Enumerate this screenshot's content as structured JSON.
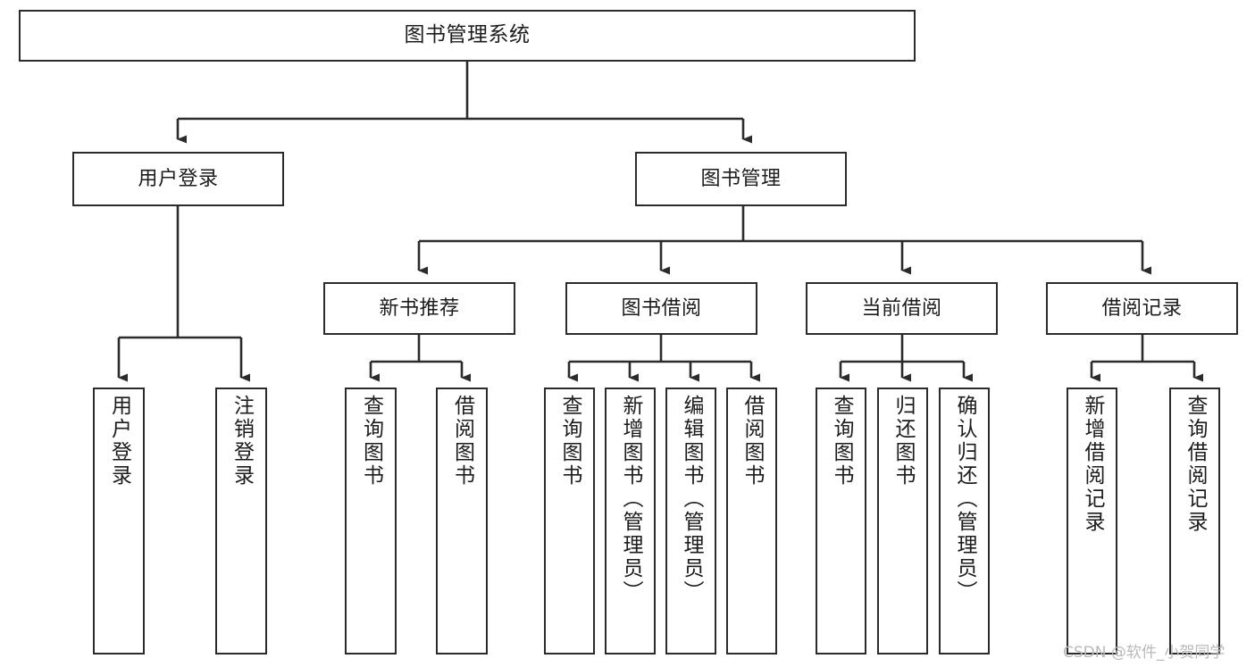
{
  "diagram": {
    "title": "图书管理系统",
    "type": "tree-hierarchy",
    "watermark": "CSDN @软件_小贺同学",
    "colors": {
      "background": "#ffffff",
      "node_border": "#2b2b2b",
      "node_fill": "#ffffff",
      "edge": "#2b2b2b",
      "text": "#1c1c1c",
      "watermark": "#b9b9b9"
    },
    "root": {
      "label": "图书管理系统",
      "orientation": "horizontal"
    },
    "level2": [
      {
        "label": "用户登录",
        "orientation": "horizontal"
      },
      {
        "label": "图书管理",
        "orientation": "horizontal"
      }
    ],
    "level3": [
      {
        "label": "新书推荐",
        "orientation": "horizontal"
      },
      {
        "label": "图书借阅",
        "orientation": "horizontal"
      },
      {
        "label": "当前借阅",
        "orientation": "horizontal"
      },
      {
        "label": "借阅记录",
        "orientation": "horizontal"
      }
    ],
    "leaves": {
      "user_login": [
        {
          "label": "用户登录",
          "orientation": "vertical"
        },
        {
          "label": "注销登录",
          "orientation": "vertical"
        }
      ],
      "new_book_recommend": [
        {
          "label": "查询图书",
          "orientation": "vertical"
        },
        {
          "label": "借阅图书",
          "orientation": "vertical"
        }
      ],
      "book_borrow": [
        {
          "label": "查询图书",
          "orientation": "vertical"
        },
        {
          "label": "新增图书（管理员）",
          "orientation": "vertical"
        },
        {
          "label": "编辑图书（管理员）",
          "orientation": "vertical"
        },
        {
          "label": "借阅图书",
          "orientation": "vertical"
        }
      ],
      "current_borrow": [
        {
          "label": "查询图书",
          "orientation": "vertical"
        },
        {
          "label": "归还图书",
          "orientation": "vertical"
        },
        {
          "label": "确认归还（管理员）",
          "orientation": "vertical"
        }
      ],
      "borrow_record": [
        {
          "label": "新增借阅记录",
          "orientation": "vertical"
        },
        {
          "label": "查询借阅记录",
          "orientation": "vertical"
        }
      ]
    }
  }
}
